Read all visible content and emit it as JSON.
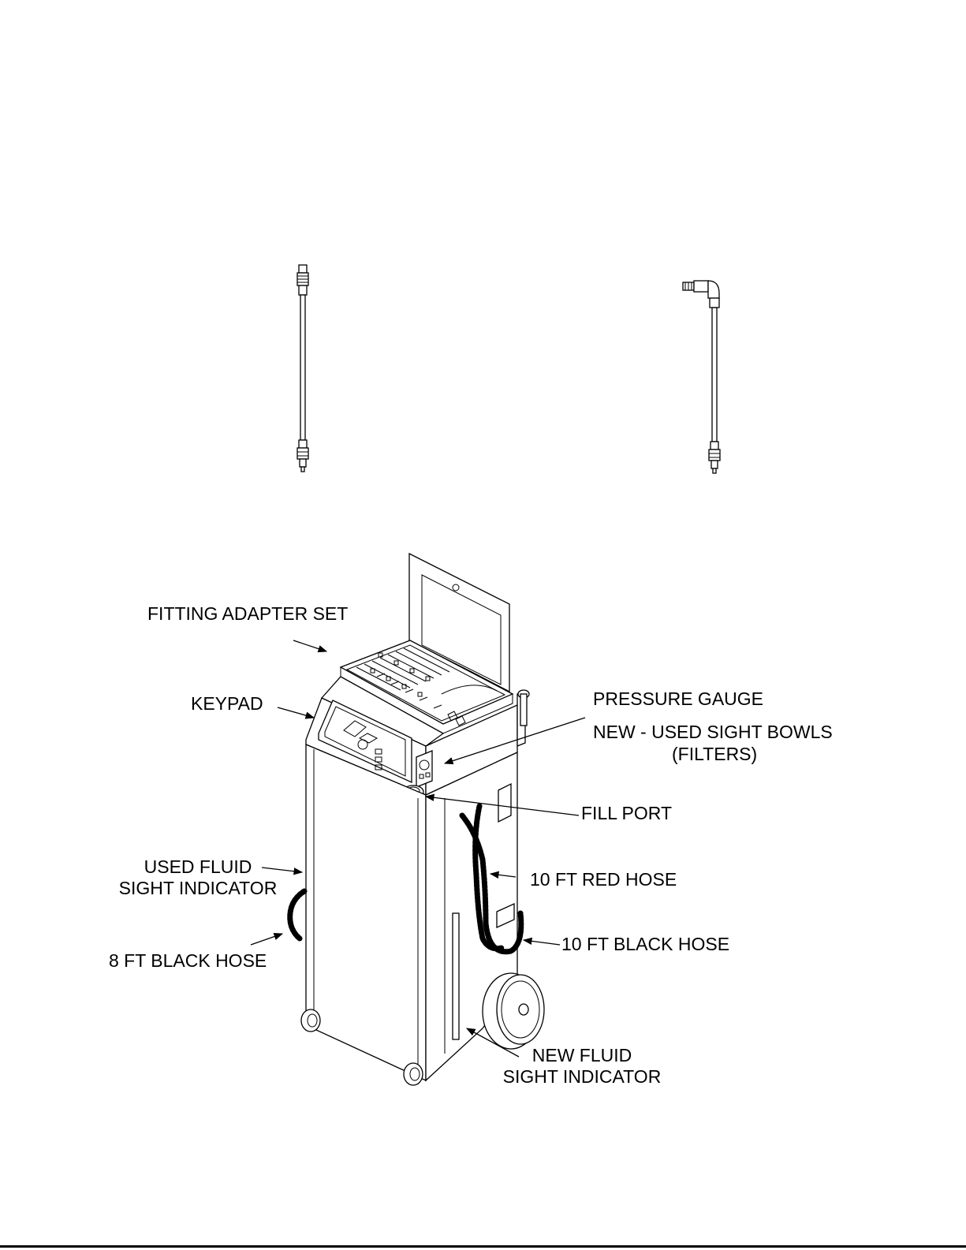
{
  "labels": {
    "fitting_adapter_set": "FITTING ADAPTER SET",
    "keypad": "KEYPAD",
    "pressure_gauge": "PRESSURE GAUGE",
    "sight_bowls_line1": "NEW - USED SIGHT BOWLS",
    "sight_bowls_line2": "(FILTERS)",
    "fill_port": "FILL PORT",
    "used_fluid_line1": "USED FLUID",
    "used_fluid_line2": "SIGHT INDICATOR",
    "red_hose": "10 FT RED HOSE",
    "black_hose_10ft": "10 FT BLACK HOSE",
    "black_hose_8ft": "8 FT BLACK HOSE",
    "new_fluid_line1": "NEW FLUID",
    "new_fluid_line2": "SIGHT INDICATOR"
  },
  "colors": {
    "ink": "#000000",
    "paper": "#ffffff"
  }
}
